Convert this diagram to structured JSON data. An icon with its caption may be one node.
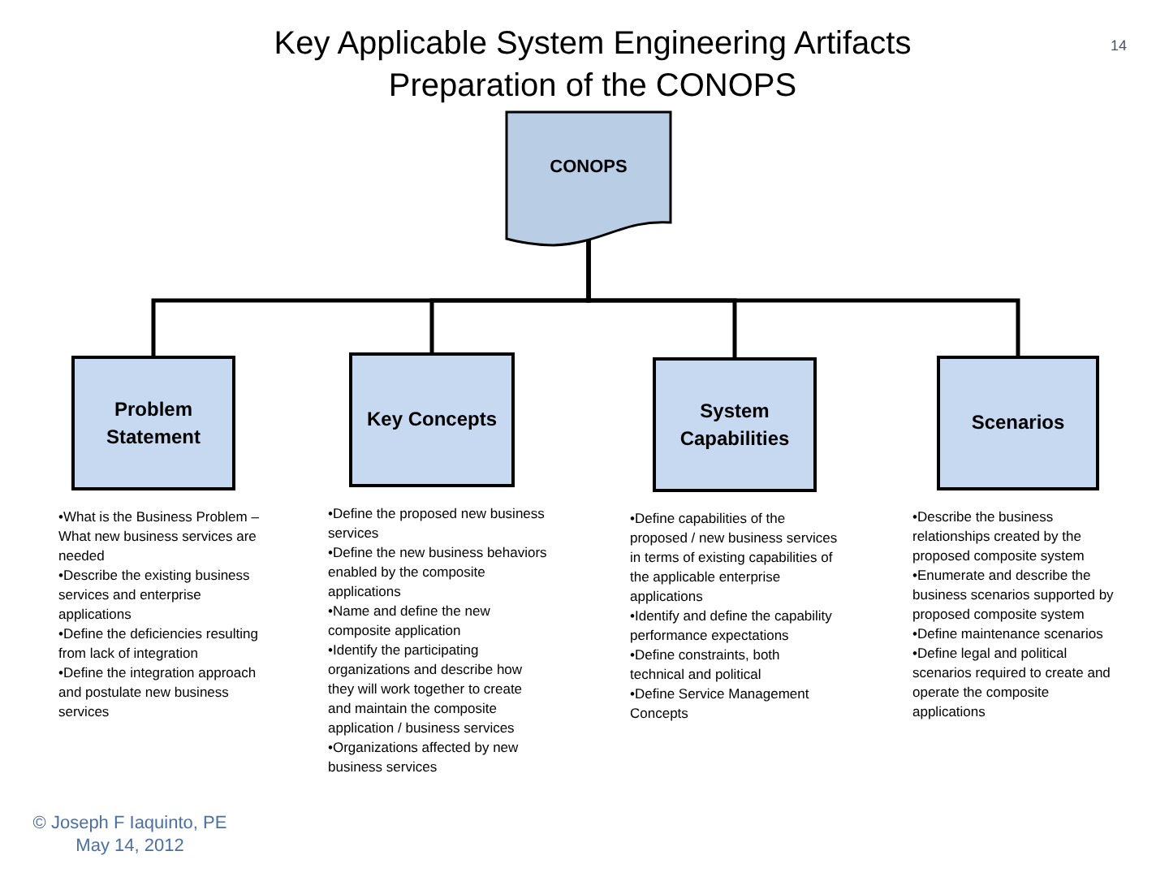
{
  "diagram": {
    "title": "Key Applicable System Engineering Artifacts Preparation of the CONOPS",
    "nodes": [
      {
        "text": [
          "CONOPS"
        ]
      },
      {
        "text": [
          "Problem Statement"
        ],
        "beside": [
          "•What is the Business Problem – What new business services are needed",
          "•Describe the existing business services and enterprise applications",
          "•Define the deficiencies resulting from lack of integration",
          "•Define the integration approach and postulate new business services"
        ]
      },
      {
        "text": [
          "Key Concepts"
        ],
        "beside": [
          "•Define the proposed new business services",
          "•Define the new business behaviors enabled by the composite applications",
          "•Name and define the new composite application",
          "•Identify the participating organizations and describe how they will work together to create and maintain the composite application / business services",
          "•Organizations affected by new business services"
        ]
      },
      {
        "text": [
          "System Capabilities"
        ],
        "beside": [
          "•Define capabilities of the proposed / new business services in terms of existing capabilities of the applicable enterprise applications",
          "•Identify and define the capability performance expectations",
          "•Define constraints, both technical and political",
          "•Define Service Management Concepts"
        ]
      },
      {
        "text": [
          "Scenarios"
        ],
        "beside": [
          "•Describe the business relationships created by the proposed composite system",
          "•Enumerate and describe the business scenarios supported by proposed composite system",
          "•Define maintenance scenarios",
          "•Define legal and political scenarios required to create and operate the composite applications"
        ]
      }
    ],
    "edges": [
      {
        "from": 0,
        "to": 1,
        "arrow": "none"
      },
      {
        "from": 0,
        "to": 2,
        "arrow": "none"
      },
      {
        "from": 0,
        "to": 3,
        "arrow": "none"
      },
      {
        "from": 0,
        "to": 4,
        "arrow": "none"
      }
    ],
    "labels": [
      "14",
      "© Joseph F Iaquinto, PE",
      "May 14, 2012"
    ]
  }
}
